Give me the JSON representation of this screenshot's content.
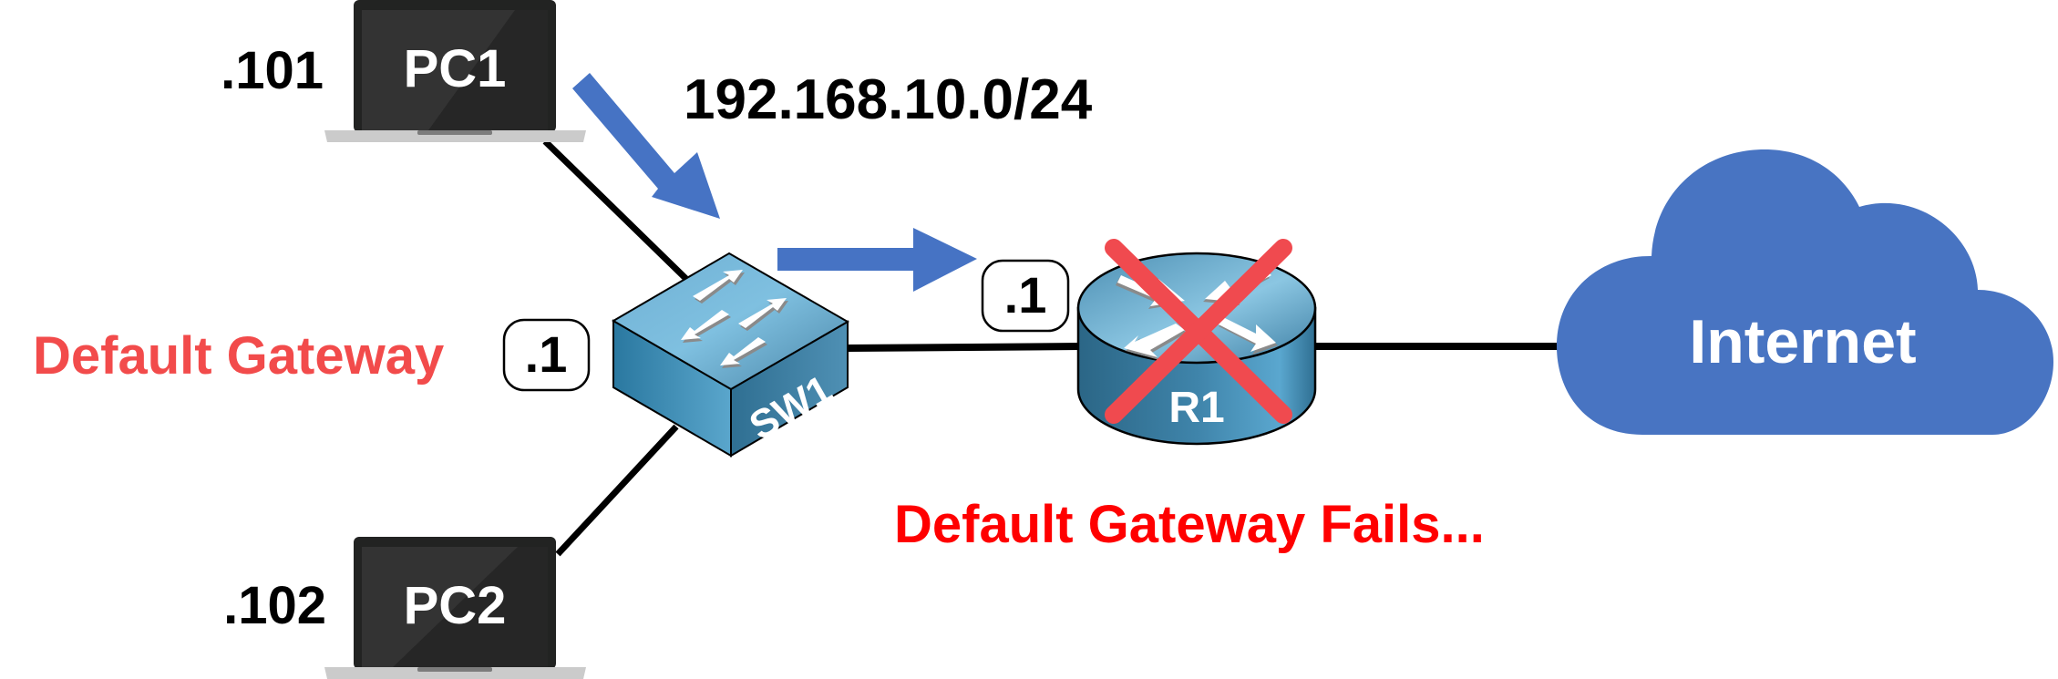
{
  "diagram": {
    "title": "Default Gateway Failure Scenario",
    "network": "192.168.10.0/24",
    "colors": {
      "arrow": "#4673c4",
      "cloud": "#4874c2",
      "cross": "#f04a4f",
      "label_red_light": "#f24b4b",
      "label_red": "#ff0000",
      "link": "#000000",
      "device_blue": "#3f88ad"
    },
    "nodes": {
      "pc1": {
        "label": "PC1",
        "ip_suffix": ".101",
        "type": "laptop"
      },
      "pc2": {
        "label": "PC2",
        "ip_suffix": ".102",
        "type": "laptop"
      },
      "sw1": {
        "label": "SW1",
        "type": "switch"
      },
      "r1": {
        "label": "R1",
        "type": "router",
        "status": "failed",
        "ip_suffix": ".1"
      },
      "internet": {
        "label": "Internet",
        "type": "cloud"
      }
    },
    "links": [
      {
        "from": "PC1",
        "to": "SW1"
      },
      {
        "from": "PC2",
        "to": "SW1"
      },
      {
        "from": "SW1",
        "to": "R1"
      },
      {
        "from": "R1",
        "to": "Internet"
      }
    ],
    "traffic_arrows": [
      {
        "from": "PC1",
        "to": "SW1"
      },
      {
        "from": "SW1",
        "to": "R1"
      }
    ],
    "annotations": {
      "pc_gateway_label": "Default Gateway",
      "pc_gateway_value": ".1",
      "failure_text": "Default Gateway Fails..."
    }
  }
}
